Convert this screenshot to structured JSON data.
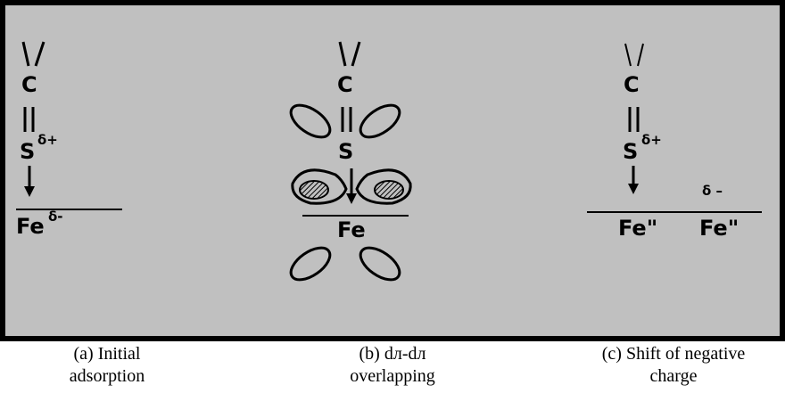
{
  "diagram": {
    "a": {
      "carbon": "C",
      "sulfur": "S",
      "sulfur_charge": "δ+",
      "iron": "Fe",
      "iron_charge": "δ-",
      "caption_line1": "(a) Initial",
      "caption_line2": "adsorption"
    },
    "b": {
      "carbon": "C",
      "sulfur": "S",
      "iron": "Fe",
      "caption_line1": "(b) dл-dл",
      "caption_line2": "overlapping"
    },
    "c": {
      "carbon": "C",
      "sulfur": "S",
      "sulfur_charge": "δ+",
      "iron_left": "Fe\"",
      "iron_right": "Fe\"",
      "neg_charge": "δ –",
      "caption_line1": "(c) Shift of negative",
      "caption_line2": "charge"
    }
  },
  "colors": {
    "background": "#c0c0c0",
    "ink": "#000000",
    "hatch": "#000000"
  }
}
